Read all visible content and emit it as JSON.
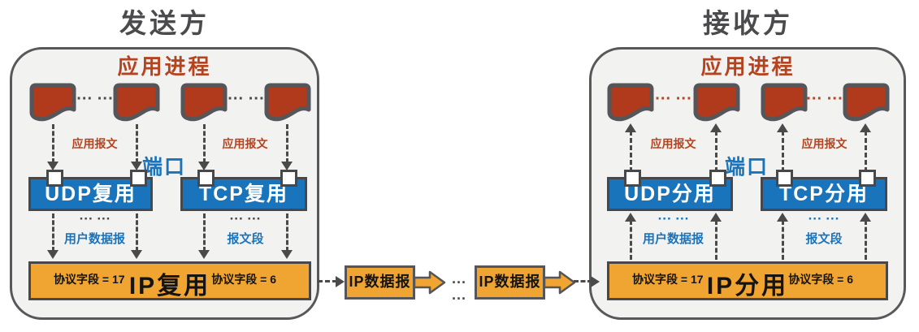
{
  "colors": {
    "blue": "#1A74BC",
    "orange": "#F0A432",
    "red_orange": "#B5431F",
    "process_red": "#B03A1B",
    "dark_grey": "#4A4A4B",
    "panel_bg": "#F2F2F1"
  },
  "sender": {
    "title": "发送方",
    "process_label": "应用进程",
    "process_dots": "··· ···",
    "app_message_label": "应用报文",
    "port_label": "端口",
    "udp_box_label": "UDP复用",
    "tcp_box_label": "TCP复用",
    "transport_dots": "··· ···",
    "udp_pdu_label": "用户数据报",
    "tcp_pdu_label": "报文段",
    "udp_protocol_field": "协议字段 = 17",
    "tcp_protocol_field": "协议字段 = 6",
    "ip_box_label": "IP复用"
  },
  "link": {
    "ip_datagram_left": "IP数据报",
    "ip_datagram_right": "IP数据报",
    "dots": "··· ···"
  },
  "receiver": {
    "title": "接收方",
    "process_label": "应用进程",
    "process_dots": "··· ···",
    "app_message_label": "应用报文",
    "port_label": "端口",
    "udp_box_label": "UDP分用",
    "tcp_box_label": "TCP分用",
    "transport_dots": "··· ···",
    "udp_pdu_label": "用户数据报",
    "tcp_pdu_label": "报文段",
    "udp_protocol_field": "协议字段 = 17",
    "tcp_protocol_field": "协议字段 = 6",
    "ip_box_label": "IP分用"
  }
}
